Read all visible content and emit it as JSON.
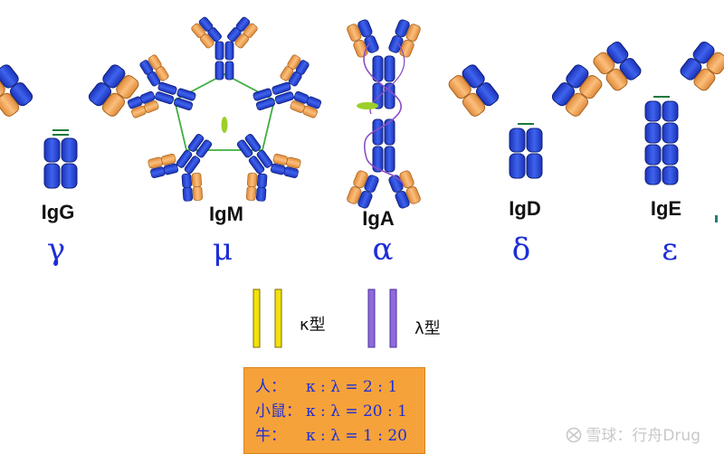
{
  "antibodies": [
    {
      "name": "IgG",
      "chain": "γ"
    },
    {
      "name": "IgM",
      "chain": "μ"
    },
    {
      "name": "IgA",
      "chain": "α"
    },
    {
      "name": "IgD",
      "chain": "δ"
    },
    {
      "name": "IgE",
      "chain": "ε"
    }
  ],
  "legend": {
    "kappa_label": "κ型",
    "lambda_label": "λ型",
    "kappa_color": "#f2e10c",
    "lambda_color": "#8f6ae0"
  },
  "ratios": [
    {
      "species": "人：",
      "ratio": "κ : λ = 2 : 1"
    },
    {
      "species": "小鼠：",
      "ratio": "κ : λ = 20 : 1"
    },
    {
      "species": "牛：",
      "ratio": "κ : λ = 1 : 20"
    }
  ],
  "colors": {
    "heavy_chain": "#2f4fd8",
    "light_chain": "#f0a35a",
    "greek_text": "#1e2ed6",
    "ratio_box": "#f6a23a"
  },
  "watermark": "雪球：行舟Drug",
  "watermark_icon": "snowball-logo-icon"
}
